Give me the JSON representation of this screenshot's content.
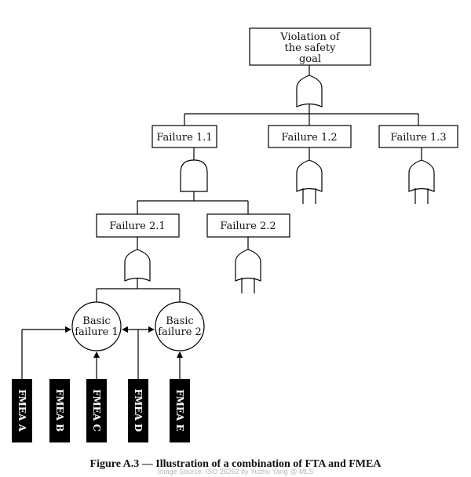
{
  "top_event": {
    "line1": "Violation of",
    "line2": "the safety",
    "line3": "goal"
  },
  "level1": {
    "f11": "Failure 1.1",
    "f12": "Failure 1.2",
    "f13": "Failure 1.3"
  },
  "level2": {
    "f21": "Failure 2.1",
    "f22": "Failure 2.2"
  },
  "basic": {
    "b1_line1": "Basic",
    "b1_line2": "failure 1",
    "b2_line1": "Basic",
    "b2_line2": "failure 2"
  },
  "fmea": {
    "a": "FMEA A",
    "b": "FMEA B",
    "c": "FMEA C",
    "d": "FMEA D",
    "e": "FMEA E"
  },
  "caption": "Figure A.3 — Illustration of a combination of FTA and FMEA",
  "watermark": "Image Source: ISO 26262 by Yuzhu Yang @ MLS"
}
